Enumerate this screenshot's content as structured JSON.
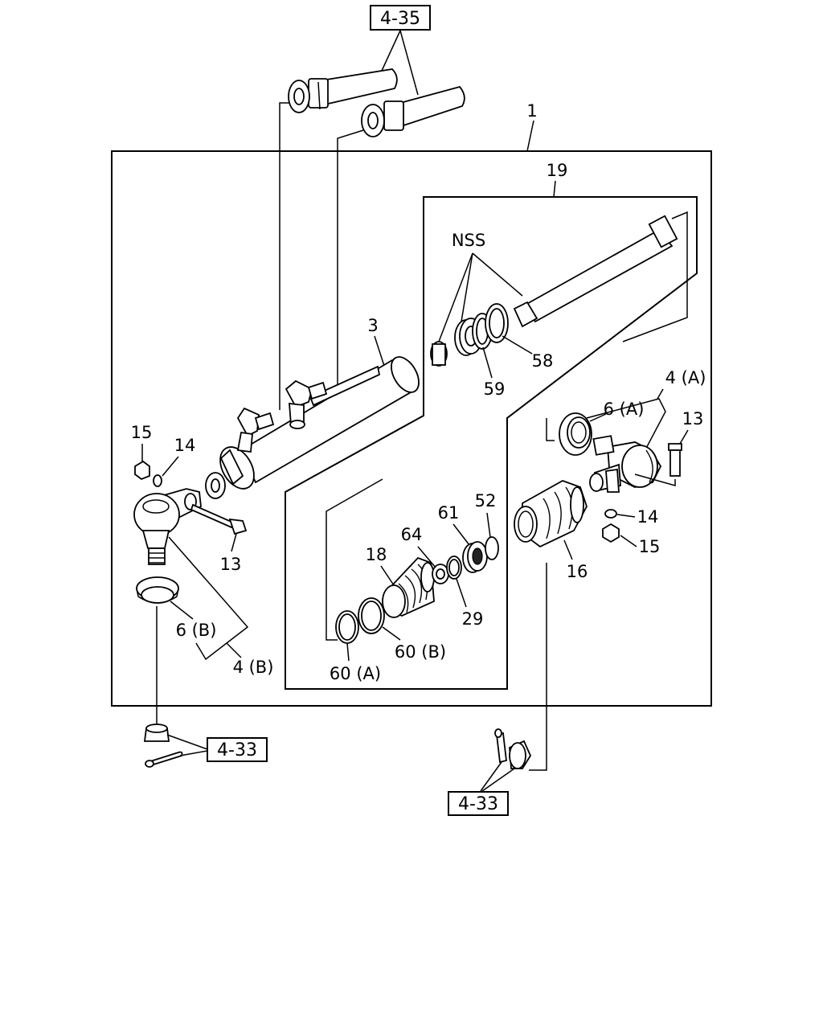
{
  "refs": {
    "top": "4-35",
    "left_bottom": "4-33",
    "right_bottom": "4-33"
  },
  "labels": {
    "assembly": "1",
    "rack": "19",
    "nss": "NSS",
    "cylinder": "3",
    "seal_58": "58",
    "seal_59": "59",
    "tie_end_a": "4 (A)",
    "boot_6a": "6 (A)",
    "bolt_13_right": "13",
    "washer_14_right": "14",
    "nut_15_right": "15",
    "boot_16": "16",
    "ring_52": "52",
    "bearing_61": "61",
    "ring_64": "64",
    "bellows_18": "18",
    "ring_29": "29",
    "ring_60b": "60 (B)",
    "ring_60a": "60 (A)",
    "nut_15_left": "15",
    "washer_14_left": "14",
    "bolt_13_left": "13",
    "boot_6b": "6 (B)",
    "tie_end_b": "4 (B)"
  }
}
